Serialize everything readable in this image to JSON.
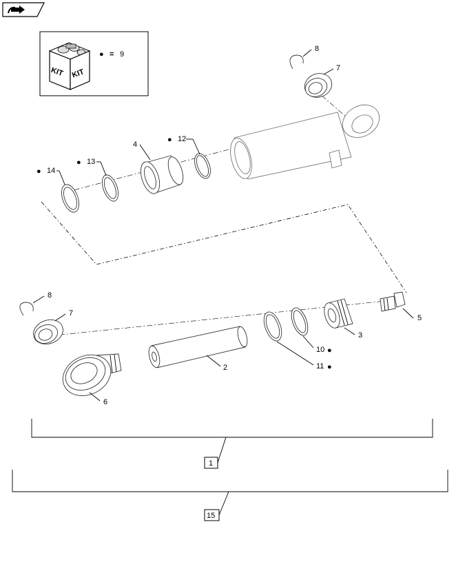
{
  "kit": {
    "label_left": "KIT",
    "label_right": "KIT",
    "legend_symbol": "●",
    "legend_equals": "=",
    "legend_ref": "9"
  },
  "callouts": {
    "c1": "1",
    "c2": "2",
    "c3": "3",
    "c4": "4",
    "c5": "5",
    "c6": "6",
    "c7_top": "7",
    "c7_bottom": "7",
    "c8_top": "8",
    "c8_bottom": "8",
    "c10": "10",
    "c11": "11",
    "c12": "12",
    "c13": "13",
    "c14": "14",
    "c15": "15"
  },
  "markers": {
    "kit_dot": "●"
  },
  "icons": {
    "nav": "forward-arrow-icon"
  }
}
